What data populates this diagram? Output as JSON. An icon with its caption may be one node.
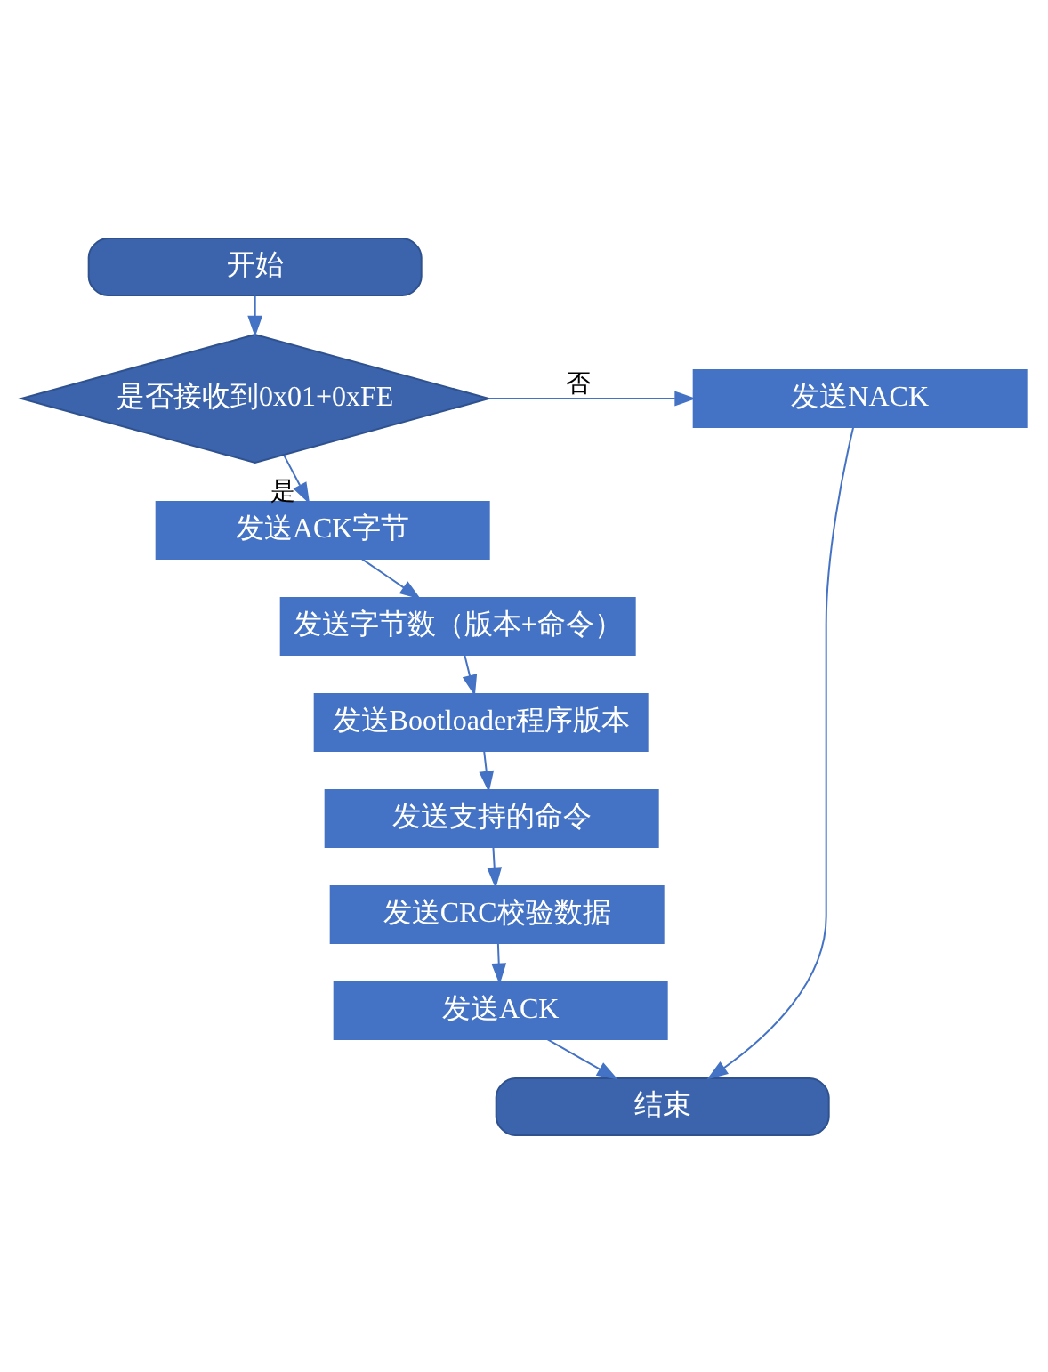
{
  "diagram": {
    "nodes": [
      {
        "text": [
          "开始"
        ]
      },
      {
        "text": [
          "是否接收到0x01+0xFE"
        ]
      },
      {
        "text": [
          "发送NACK"
        ]
      },
      {
        "text": [
          "发送ACK字节"
        ]
      },
      {
        "text": [
          "发送字节数（版本+命令）"
        ]
      },
      {
        "text": [
          "发送Bootloader程序版本"
        ]
      },
      {
        "text": [
          "发送支持的命令"
        ]
      },
      {
        "text": [
          "发送CRC校验数据"
        ]
      },
      {
        "text": [
          "发送ACK"
        ]
      },
      {
        "text": [
          "结束"
        ]
      }
    ],
    "edges": [
      {
        "from": 0,
        "to": 1,
        "arrow": "to"
      },
      {
        "from": 1,
        "to": 2,
        "arrow": "to",
        "label": "否"
      },
      {
        "from": 1,
        "to": 3,
        "arrow": "to",
        "label": "是"
      },
      {
        "from": 3,
        "to": 4,
        "arrow": "to"
      },
      {
        "from": 4,
        "to": 5,
        "arrow": "to"
      },
      {
        "from": 5,
        "to": 6,
        "arrow": "to"
      },
      {
        "from": 6,
        "to": 7,
        "arrow": "to"
      },
      {
        "from": 7,
        "to": 8,
        "arrow": "to"
      },
      {
        "from": 8,
        "to": 9,
        "arrow": "to"
      },
      {
        "from": 2,
        "to": 9,
        "arrow": "to"
      }
    ]
  }
}
